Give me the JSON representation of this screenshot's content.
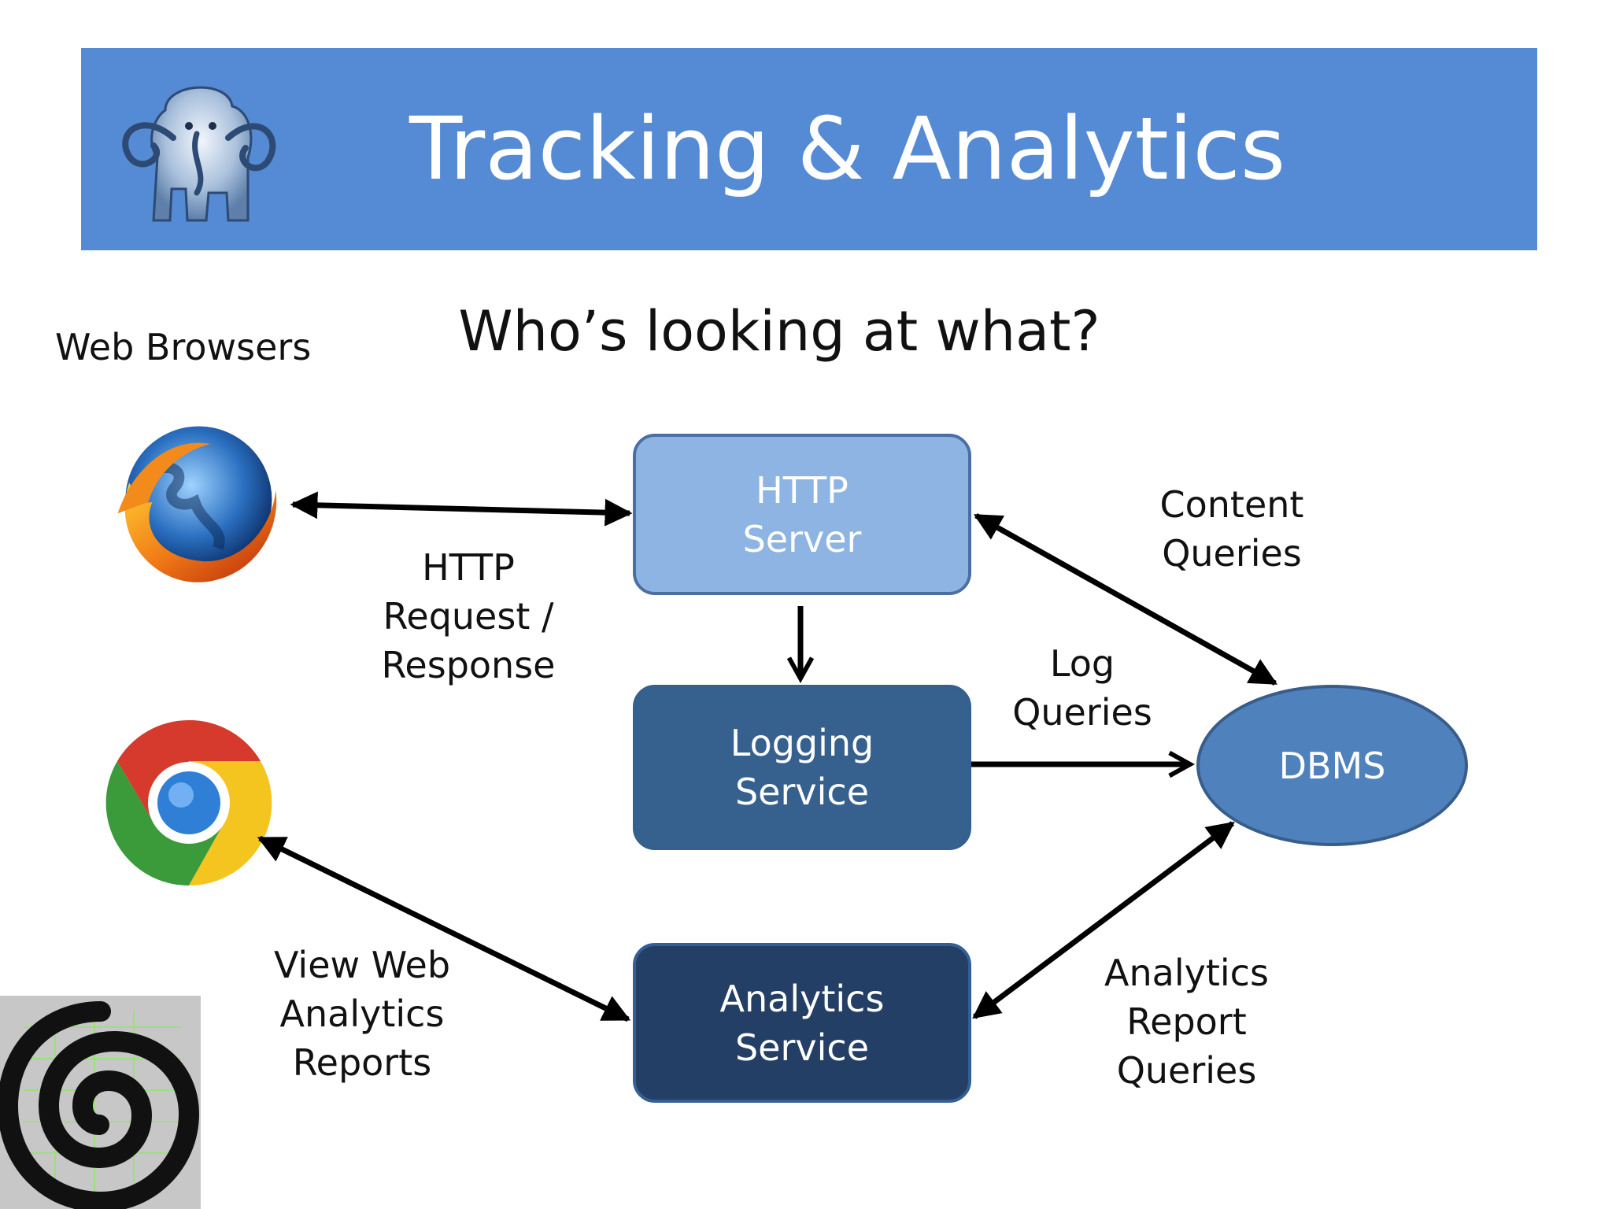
{
  "header": {
    "title": "Tracking & Analytics"
  },
  "subtitle": "Who’s  looking at what?",
  "labels": {
    "web_browsers": "Web Browsers",
    "http_req_1": "HTTP",
    "http_req_2": "Request /",
    "http_req_3": "Response",
    "content_1": "Content",
    "content_2": "Queries",
    "log_q_1": "Log",
    "log_q_2": "Queries",
    "view_1": "View Web",
    "view_2": "Analytics",
    "view_3": "Reports",
    "report_1": "Analytics",
    "report_2": "Report",
    "report_3": "Queries"
  },
  "nodes": {
    "http_1": "HTTP",
    "http_2": "Server",
    "log_1": "Logging",
    "log_2": "Service",
    "ana_1": "Analytics",
    "ana_2": "Service",
    "dbms": "DBMS"
  },
  "icons": {
    "logo": "mammoth-logo-icon",
    "browser_1": "firefox-icon",
    "browser_2": "chrome-icon",
    "corner": "spiral-logo-icon"
  },
  "colors": {
    "header": "#558ad5",
    "http_server": "#8eb4e3",
    "logging_service": "#36618f",
    "analytics_service": "#233f66",
    "dbms": "#4f81bd"
  }
}
